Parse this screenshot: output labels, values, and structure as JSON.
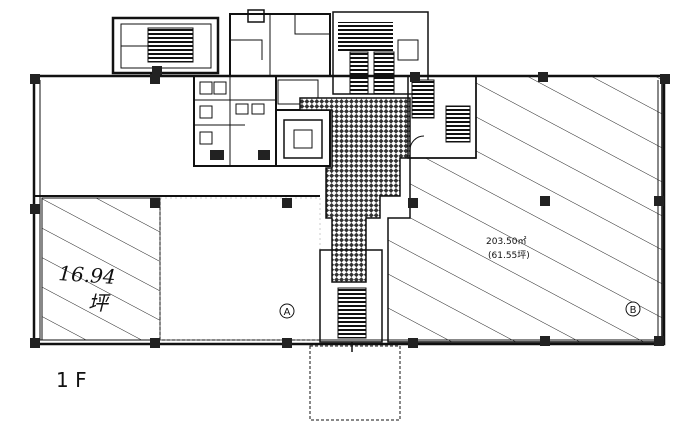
{
  "floor_label": "1 F",
  "unit_b": {
    "area_m2": "203.50㎡",
    "area_tsubo": "(61.55坪)",
    "marker": "B"
  },
  "unit_a": {
    "handwritten_area": "16.94",
    "handwritten_unit": "坪",
    "marker": "A"
  }
}
